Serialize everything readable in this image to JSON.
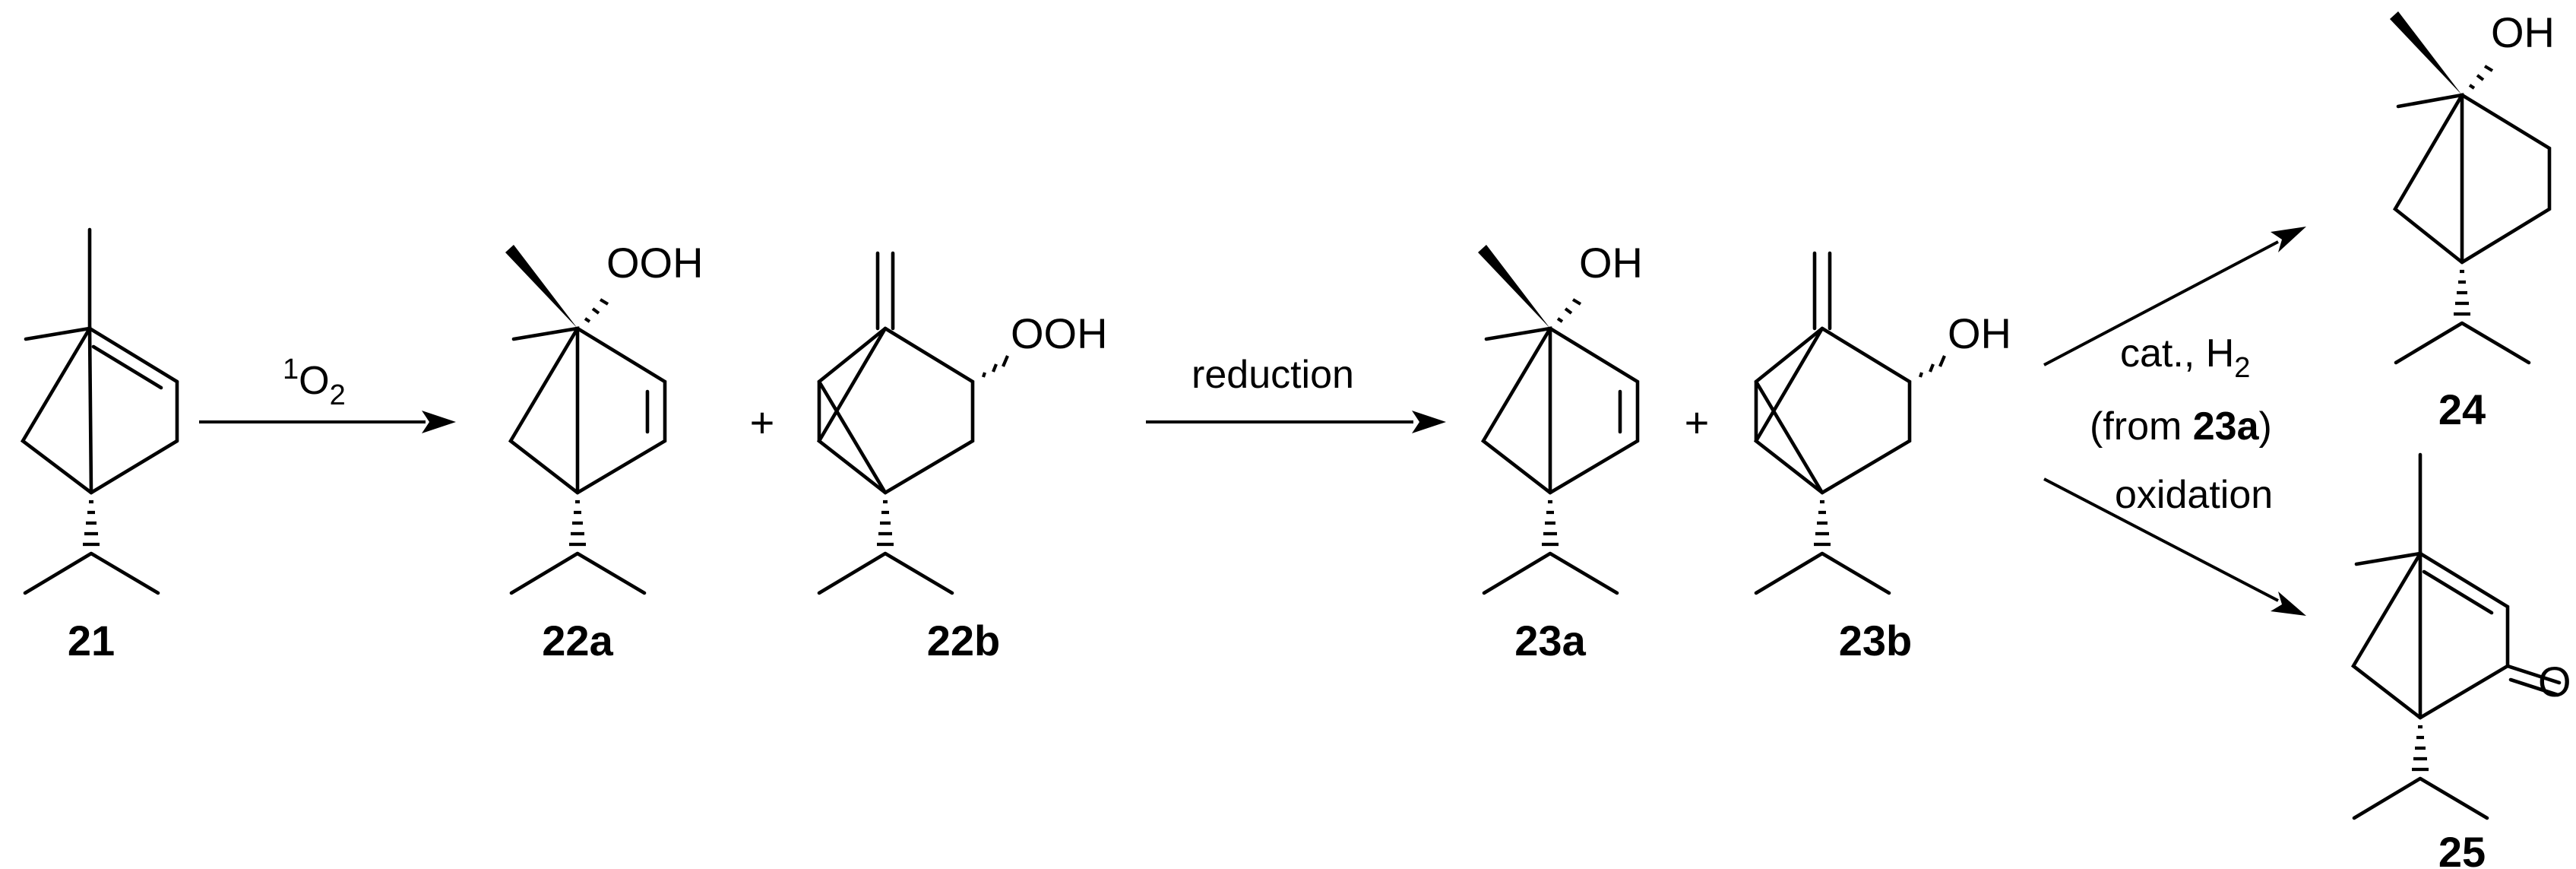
{
  "compounds": {
    "c21": {
      "label": "21"
    },
    "c22a": {
      "label": "22a",
      "group": "OOH"
    },
    "c22b": {
      "label": "22b",
      "group": "OOH"
    },
    "c23a": {
      "label": "23a",
      "group": "OH"
    },
    "c23b": {
      "label": "23b",
      "group": "OH"
    },
    "c24": {
      "label": "24",
      "group": "OH"
    },
    "c25": {
      "label": "25",
      "group": "O"
    }
  },
  "plus_sign": "+",
  "arrows": {
    "a1": {
      "reagent_sup": "1",
      "reagent_main": "O",
      "reagent_sub": "2"
    },
    "a2": {
      "text": "reduction"
    },
    "a3": {
      "line1_main": "cat., H",
      "line1_sub": "2",
      "line2_open": "(from ",
      "line2_bold": "23a",
      "line2_close": ")"
    },
    "a4": {
      "text": "oxidation"
    }
  }
}
